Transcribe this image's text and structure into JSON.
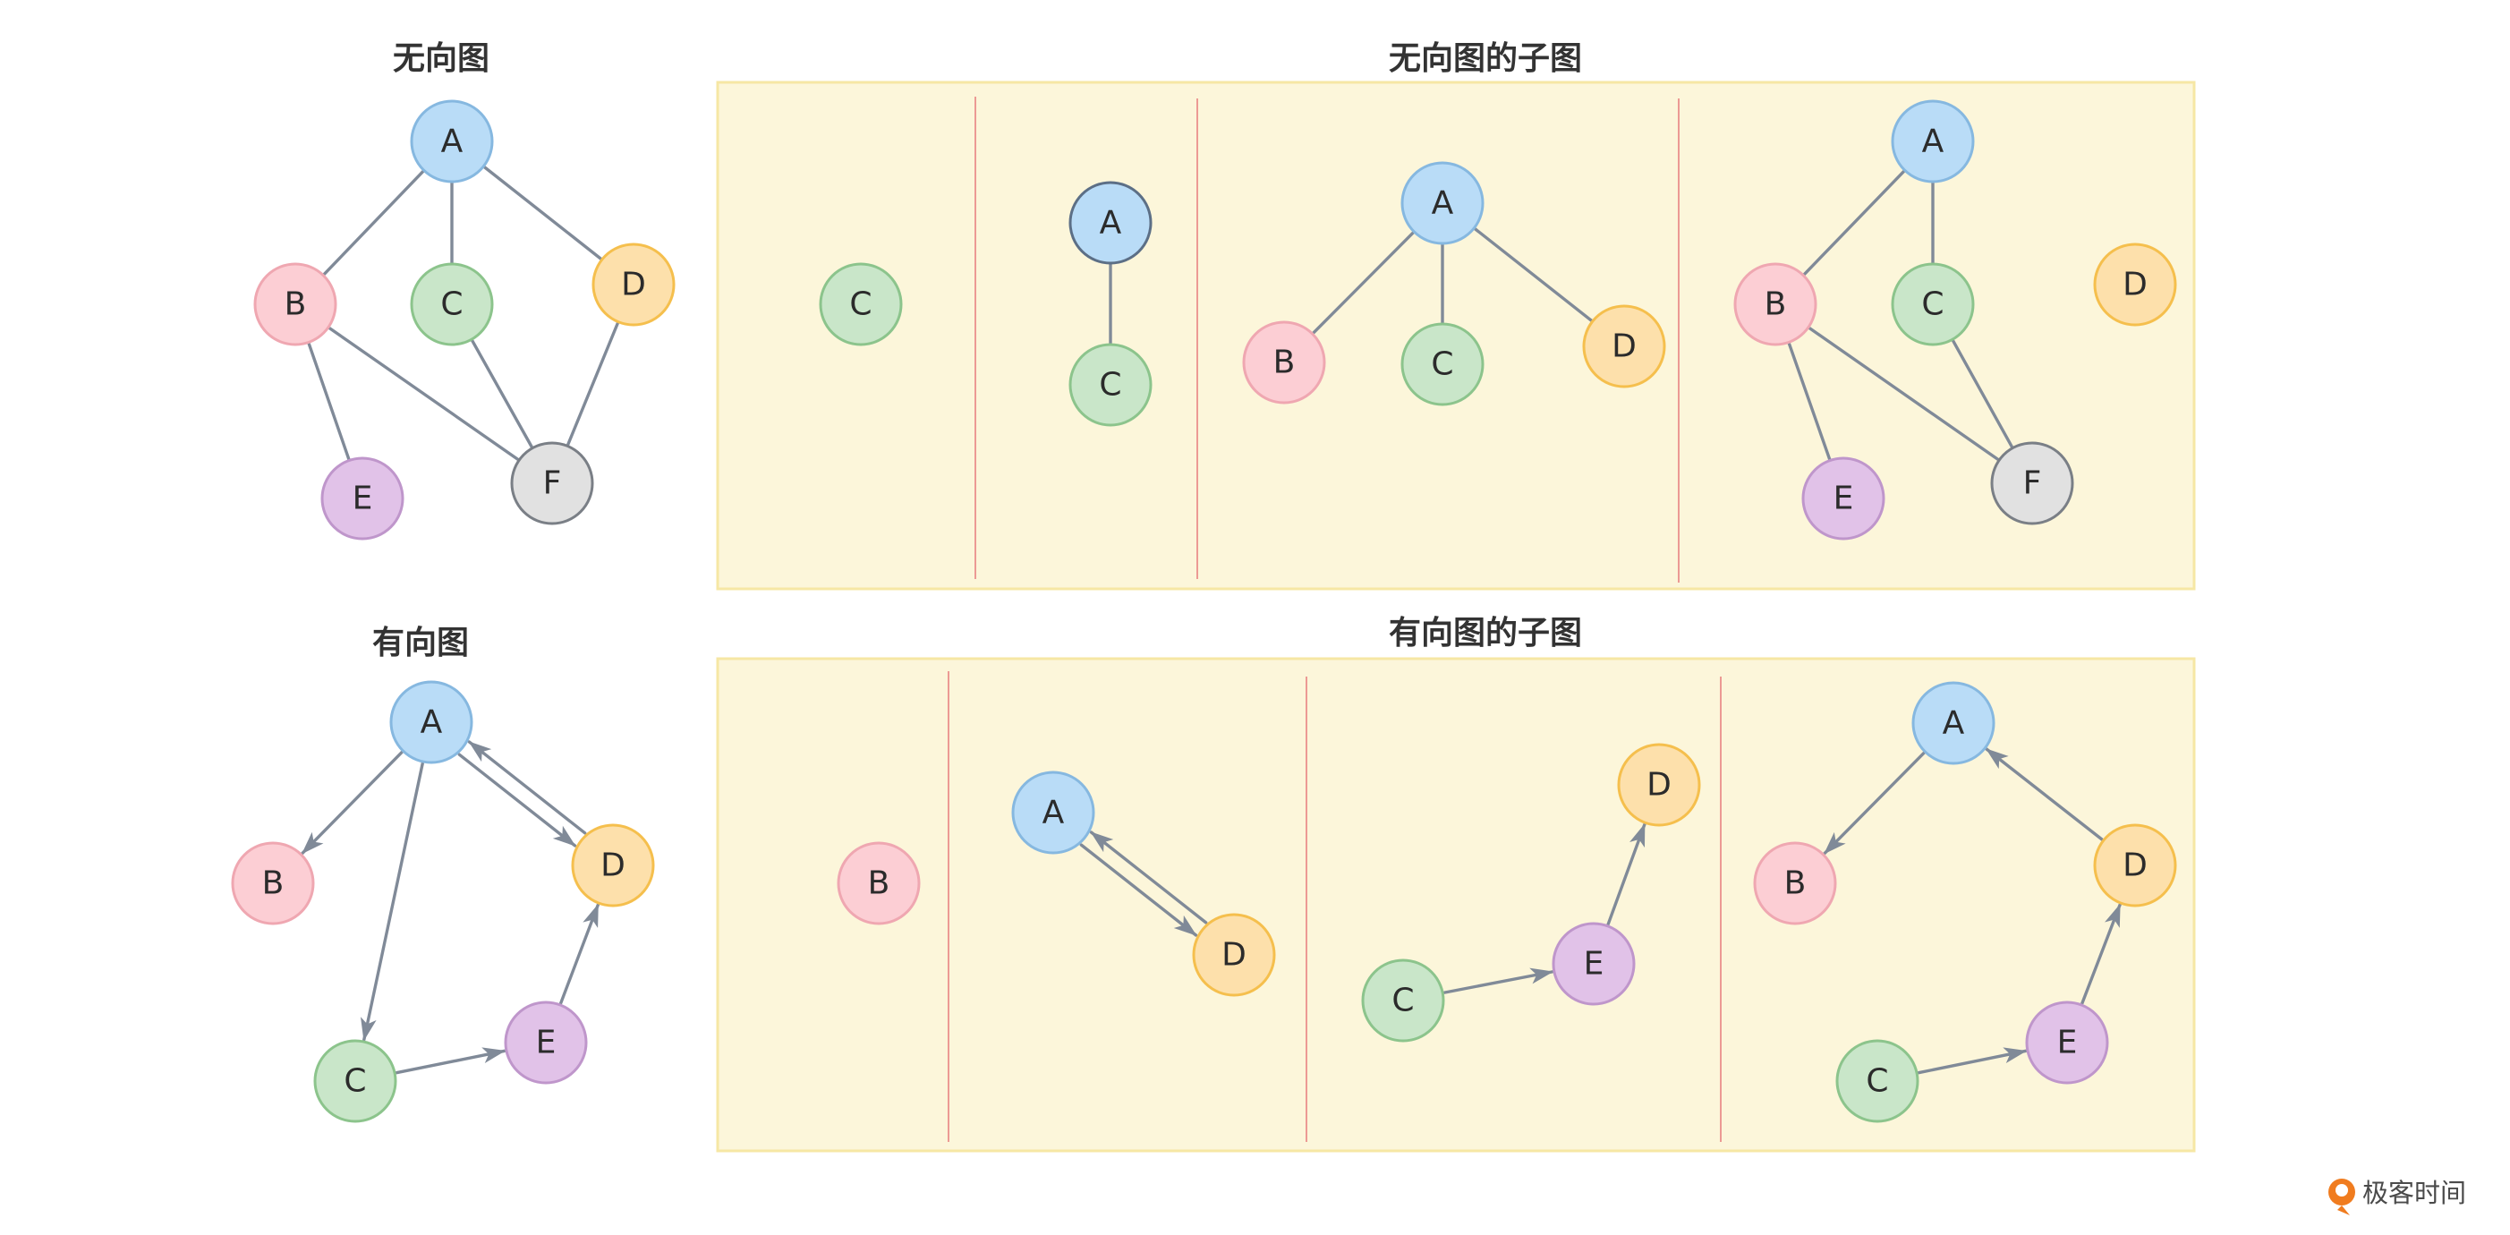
{
  "colors": {
    "A": {
      "fill": "#b9dcf7",
      "stroke": "#86b8e0"
    },
    "A_dark": {
      "fill": "#b9dcf7",
      "stroke": "#5c6f86"
    },
    "B": {
      "fill": "#fcced4",
      "stroke": "#efa7b1"
    },
    "C": {
      "fill": "#c9e6c9",
      "stroke": "#8cc48c"
    },
    "D": {
      "fill": "#fde0ab",
      "stroke": "#f5bf4d"
    },
    "E": {
      "fill": "#e1c2e8",
      "stroke": "#bf96cb"
    },
    "F": {
      "fill": "#e1e1e1",
      "stroke": "#7a7f86"
    },
    "edge": "#808a98",
    "panel": "#fcf6da",
    "divider": "#ec9a94"
  },
  "titles": {
    "undirected": "无向图",
    "undirected_sub": "无向图的子图",
    "directed": "有向图",
    "directed_sub": "有向图的子图"
  },
  "brand": {
    "icon": "geek-time-logo-icon",
    "text": "极客时间"
  },
  "graphs": {
    "undirected": {
      "directed": false,
      "nodes": [
        "A",
        "B",
        "C",
        "D",
        "E",
        "F"
      ],
      "edges": [
        [
          "A",
          "B"
        ],
        [
          "A",
          "C"
        ],
        [
          "A",
          "D"
        ],
        [
          "B",
          "E"
        ],
        [
          "B",
          "F"
        ],
        [
          "C",
          "F"
        ],
        [
          "D",
          "F"
        ]
      ]
    },
    "undirected_sub_1": {
      "directed": false,
      "nodes": [
        "C"
      ],
      "edges": []
    },
    "undirected_sub_2": {
      "directed": false,
      "nodes": [
        "A",
        "C"
      ],
      "edges": [
        [
          "A",
          "C"
        ]
      ]
    },
    "undirected_sub_3": {
      "directed": false,
      "nodes": [
        "A",
        "B",
        "C",
        "D"
      ],
      "edges": [
        [
          "A",
          "B"
        ],
        [
          "A",
          "C"
        ],
        [
          "A",
          "D"
        ]
      ]
    },
    "undirected_sub_4": {
      "directed": false,
      "nodes": [
        "A",
        "B",
        "C",
        "D",
        "E",
        "F"
      ],
      "edges": [
        [
          "A",
          "B"
        ],
        [
          "A",
          "C"
        ],
        [
          "B",
          "E"
        ],
        [
          "B",
          "F"
        ],
        [
          "C",
          "F"
        ]
      ]
    },
    "directed": {
      "directed": true,
      "nodes": [
        "A",
        "B",
        "C",
        "D",
        "E"
      ],
      "edges": [
        [
          "A",
          "B"
        ],
        [
          "A",
          "C"
        ],
        [
          "A",
          "D"
        ],
        [
          "D",
          "A"
        ],
        [
          "C",
          "E"
        ],
        [
          "E",
          "D"
        ]
      ]
    },
    "directed_sub_1": {
      "directed": true,
      "nodes": [
        "B"
      ],
      "edges": []
    },
    "directed_sub_2": {
      "directed": true,
      "nodes": [
        "A",
        "D"
      ],
      "edges": [
        [
          "A",
          "D"
        ],
        [
          "D",
          "A"
        ]
      ]
    },
    "directed_sub_3": {
      "directed": true,
      "nodes": [
        "C",
        "E",
        "D"
      ],
      "edges": [
        [
          "C",
          "E"
        ],
        [
          "E",
          "D"
        ]
      ]
    },
    "directed_sub_4": {
      "directed": true,
      "nodes": [
        "A",
        "B",
        "C",
        "D",
        "E"
      ],
      "edges": [
        [
          "A",
          "B"
        ],
        [
          "D",
          "A"
        ],
        [
          "C",
          "E"
        ],
        [
          "E",
          "D"
        ]
      ]
    }
  }
}
